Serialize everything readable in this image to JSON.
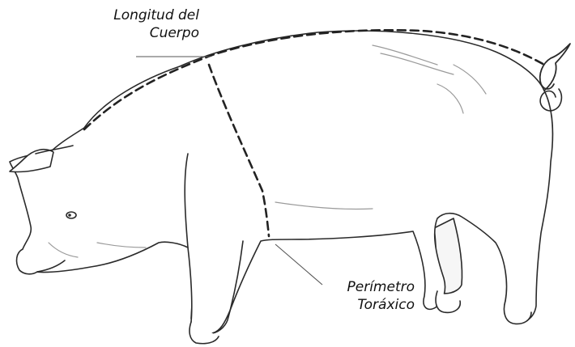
{
  "labels": {
    "body_length": [
      "Longitud del",
      "Cuerpo"
    ],
    "chest_girth": [
      "Perímetro",
      "Toráxico"
    ]
  },
  "colors": {
    "outline": "#2a2a2a",
    "measure_line": "#222222",
    "shade": "#9a9a9a",
    "leader": "#555555"
  }
}
